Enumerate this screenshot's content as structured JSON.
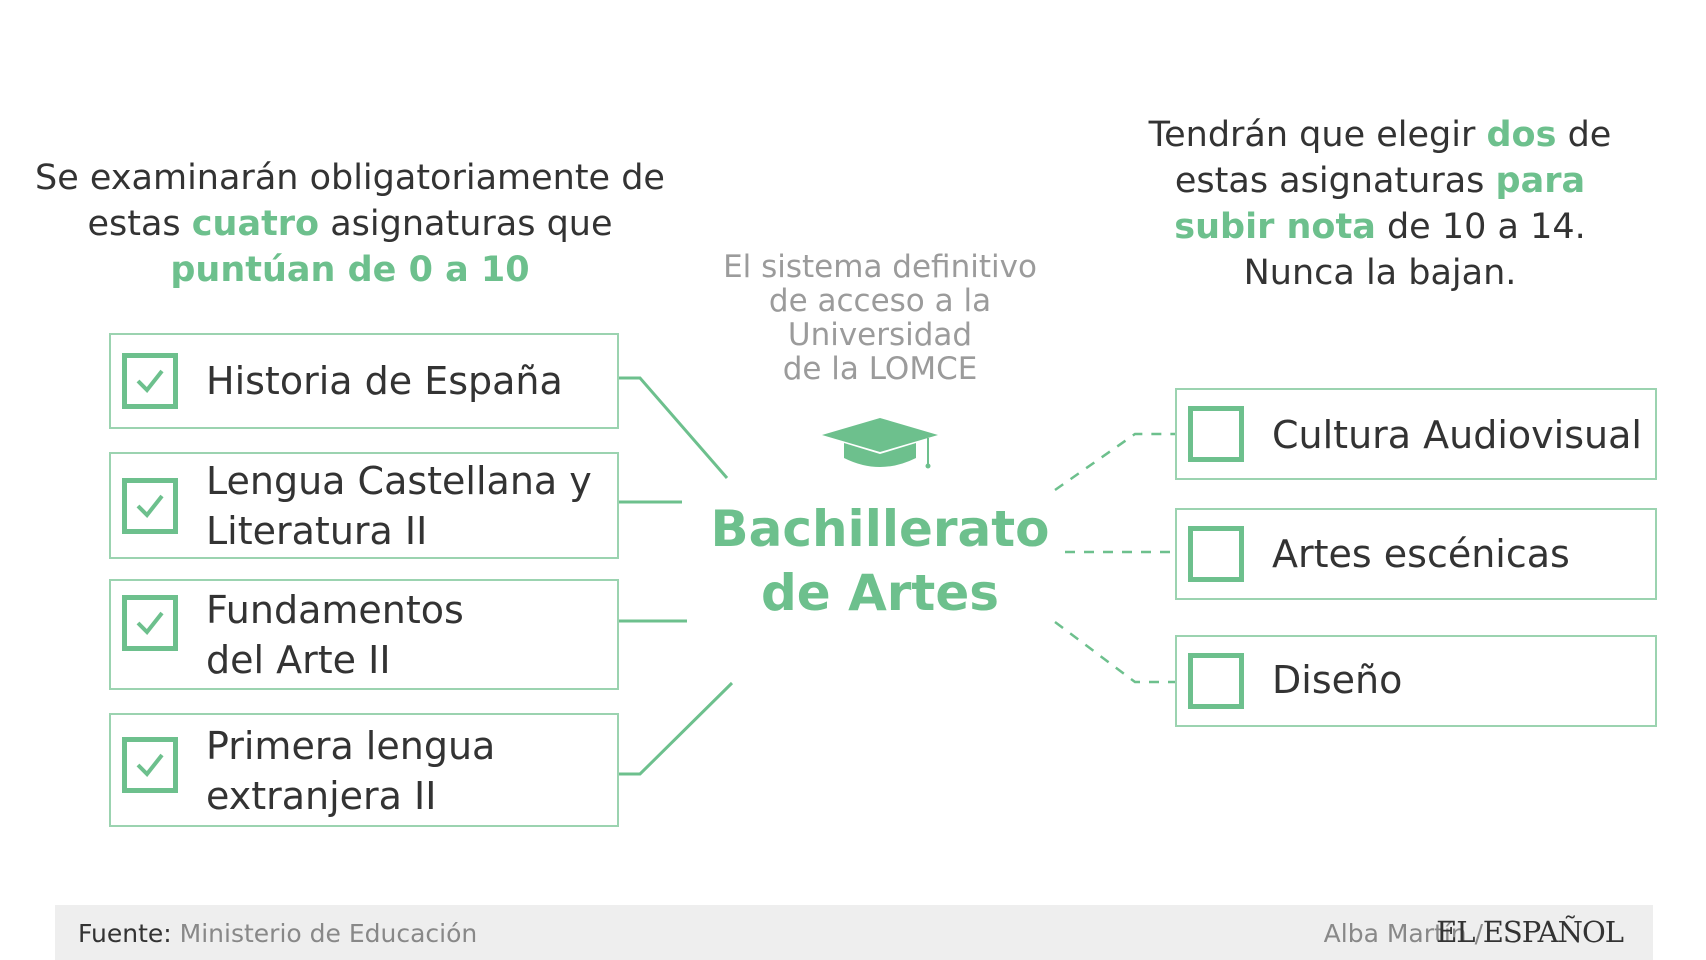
{
  "left_heading": {
    "part1": "Se examinarán obligatoriamente de estas ",
    "hl1": "cuatro",
    "part2": " asignaturas que ",
    "hl2": "puntúan de 0 a 10"
  },
  "right_heading": {
    "part1": "Tendrán que elegir ",
    "hl1": "dos",
    "part2": " de estas asignaturas ",
    "hl2": "para subir nota",
    "part3": " de 10 a 14. Nunca la bajan."
  },
  "center": {
    "subtitle_lines": [
      "El sistema definitivo",
      "de acceso a la",
      "Universidad",
      "de la LOMCE"
    ],
    "title_lines": [
      "Bachillerato",
      "de Artes"
    ],
    "icon": "graduation-cap-icon"
  },
  "mandatory_subjects": [
    {
      "lines": [
        "Historia de España"
      ],
      "checked": true
    },
    {
      "lines": [
        "Lengua Castellana y",
        "Literatura II"
      ],
      "checked": true
    },
    {
      "lines": [
        "Fundamentos",
        "del Arte II"
      ],
      "checked": true
    },
    {
      "lines": [
        "Primera lengua",
        "extranjera II"
      ],
      "checked": true
    }
  ],
  "optional_subjects": [
    {
      "lines": [
        "Cultura Audiovisual"
      ],
      "checked": false
    },
    {
      "lines": [
        "Artes escénicas"
      ],
      "checked": false
    },
    {
      "lines": [
        "Diseño"
      ],
      "checked": false
    }
  ],
  "footer": {
    "source_label": "Fuente:",
    "source_value": "Ministerio de Educación",
    "author": "Alba Martín /",
    "brand": "EL ESPAÑOL"
  },
  "colors": {
    "accent": "#6dc08d",
    "border": "#9bd3b0",
    "muted": "#9b9b9b",
    "text": "#333333",
    "footer_bg": "#eeeeee"
  }
}
